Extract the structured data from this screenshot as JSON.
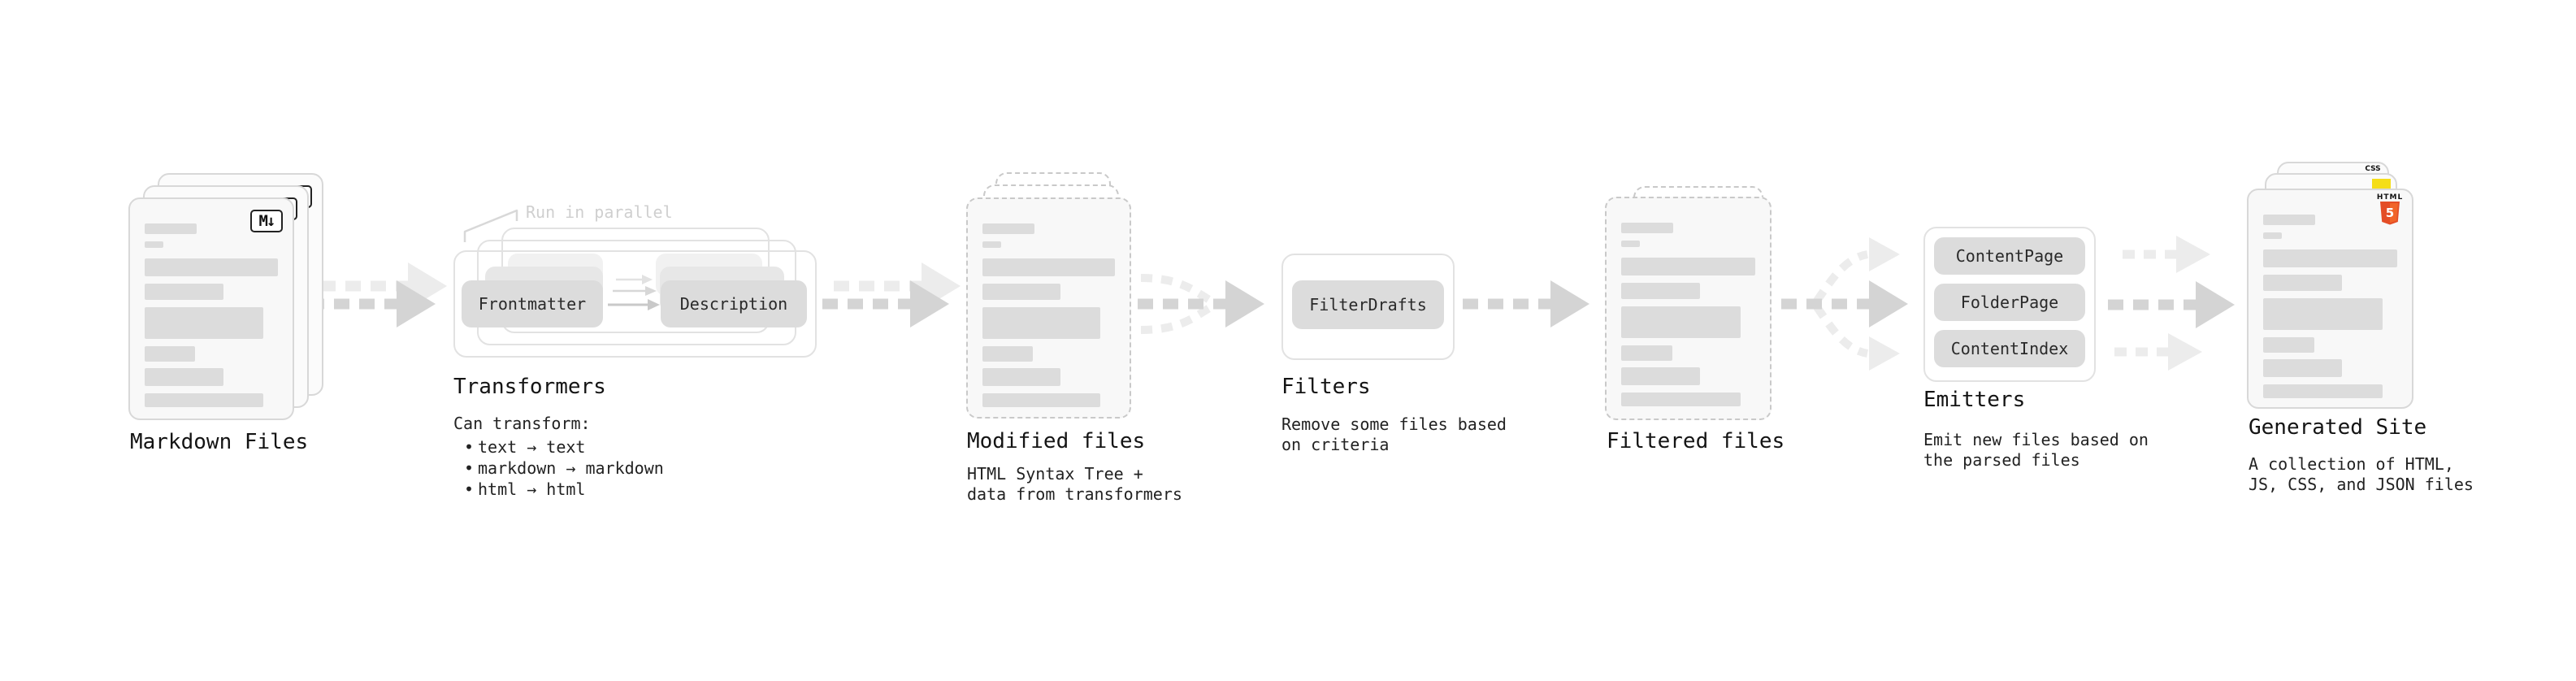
{
  "pipeline": {
    "markdown_files": {
      "title": "Markdown Files",
      "badge": "M↓"
    },
    "transformers": {
      "title": "Transformers",
      "annotation": "Run in parallel",
      "left_pill": "Frontmatter",
      "right_pill": "Description",
      "description_heading": "Can transform:",
      "bullet_glyph": "•",
      "bullets": [
        "text → text",
        "markdown → markdown",
        "html → html"
      ]
    },
    "modified_files": {
      "title": "Modified files",
      "description": [
        "HTML Syntax Tree +",
        "data from transformers"
      ]
    },
    "filters": {
      "title": "Filters",
      "pill": "FilterDrafts",
      "description": [
        "Remove some files based",
        "on criteria"
      ]
    },
    "filtered_files": {
      "title": "Filtered files"
    },
    "emitters": {
      "title": "Emitters",
      "pills": [
        "ContentPage",
        "FolderPage",
        "ContentIndex"
      ],
      "description": [
        "Emit new files based on",
        "the parsed files"
      ]
    },
    "generated_site": {
      "title": "Generated Site",
      "description": [
        "A collection of HTML,",
        "JS, CSS, and JSON files"
      ],
      "css_badge": "CSS",
      "html_badge": "HTML",
      "html_digit": "5"
    }
  },
  "colors": {
    "css_accent": "#264de4",
    "js_accent": "#f5de19",
    "html_accent": "#e44d26",
    "html_accent_light": "#f16529",
    "card_border": "#d8d8d8",
    "bar_fill": "#dcdcdc",
    "arrow_dark": "#d4d4d4",
    "arrow_light": "#ececec"
  }
}
